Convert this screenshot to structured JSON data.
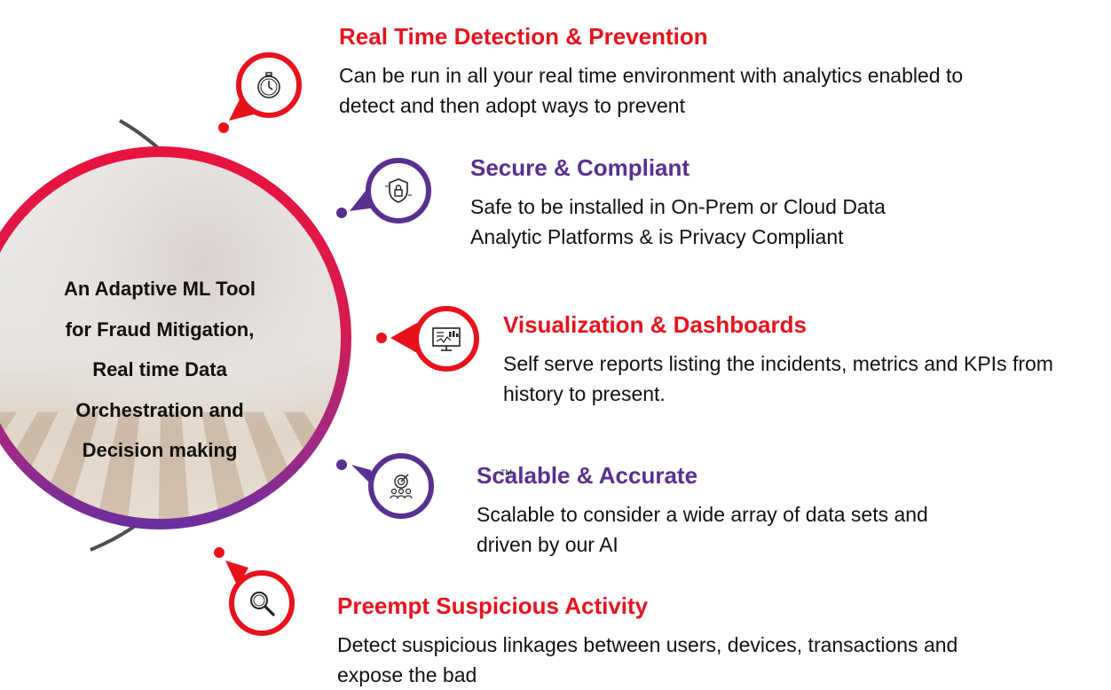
{
  "hub": {
    "lines": [
      "An Adaptive ML Tool",
      "for Fraud Mitigation,",
      "Real time Data",
      "Orchestration and",
      "Decision making"
    ]
  },
  "features": [
    {
      "title": "Real Time Detection & Prevention",
      "description": "Can be run in all your real time environment with analytics enabled to\ndetect and then adopt ways to prevent",
      "icon": "stopwatch-icon",
      "color": "#e8121d"
    },
    {
      "title": "Secure & Compliant",
      "description": "Safe to be installed in On-Prem or Cloud Data\nAnalytic Platforms & is Privacy Compliant",
      "icon": "shield-lock-icon",
      "color": "#58308f"
    },
    {
      "title": "Visualization & Dashboards",
      "description": "Self serve reports listing the incidents, metrics and KPIs from\nhistory to present.",
      "icon": "monitor-chart-icon",
      "color": "#e8121d"
    },
    {
      "title": "Scalable & Accurate",
      "description": "Scalable to consider a wide array of data sets and\ndriven by our AI",
      "icon": "target-people-icon",
      "color": "#58308f"
    },
    {
      "title": "Preempt Suspicious Activity",
      "description": "Detect suspicious linkages between users, devices, transactions and\nexpose the bad",
      "icon": "magnifier-icon",
      "color": "#e8121d"
    }
  ],
  "trademark": "TM"
}
